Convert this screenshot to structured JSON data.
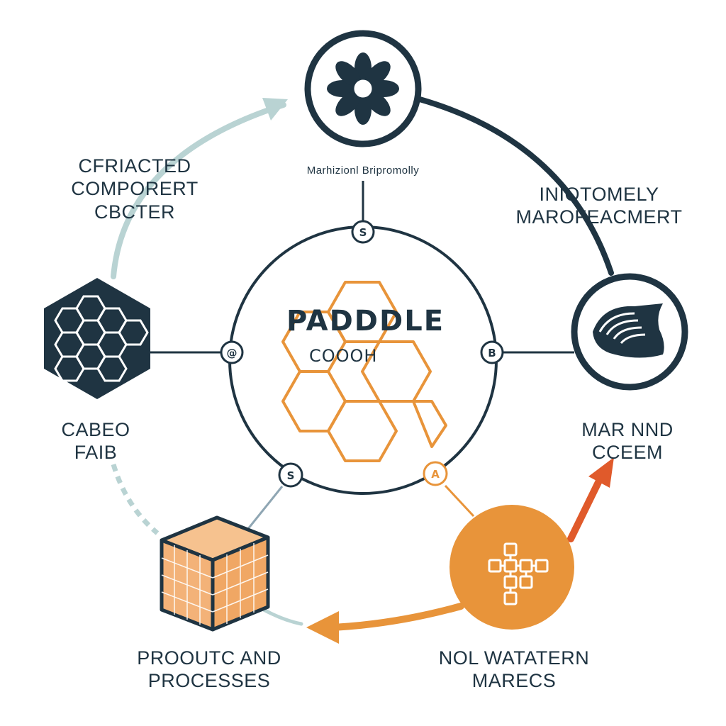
{
  "colors": {
    "navy": "#1f3442",
    "orange": "#e8943a",
    "light_teal": "#b9d3d3",
    "red_arrow": "#e05a2b",
    "background": "#ffffff"
  },
  "center": {
    "title": "PADDDLE",
    "subtitle": "COOOH"
  },
  "top_node": {
    "caption": "Marhizionl Bripromolly",
    "icon": "flower-gear-icon",
    "badge": "S"
  },
  "left_node": {
    "label": "CABEO\nFAIB",
    "icon": "hexagon-honeycomb-icon",
    "badge": "@"
  },
  "right_node": {
    "label": "MAR NND\nCCEEM",
    "icon": "wave-shell-icon",
    "badge": "B"
  },
  "bottom_left_node": {
    "label": "PROOUTC AND\nPROCESSES",
    "icon": "grid-cube-icon",
    "badge": "S"
  },
  "bottom_right_node": {
    "label": "NOL WATATERN\nMARECS",
    "icon": "network-nodes-icon",
    "badge": "A"
  },
  "top_left_label": "CFRIACTED\nCOMPORERT\nCBCTER",
  "top_right_label": "INIOTOMELY\nMAROFEACMERT"
}
